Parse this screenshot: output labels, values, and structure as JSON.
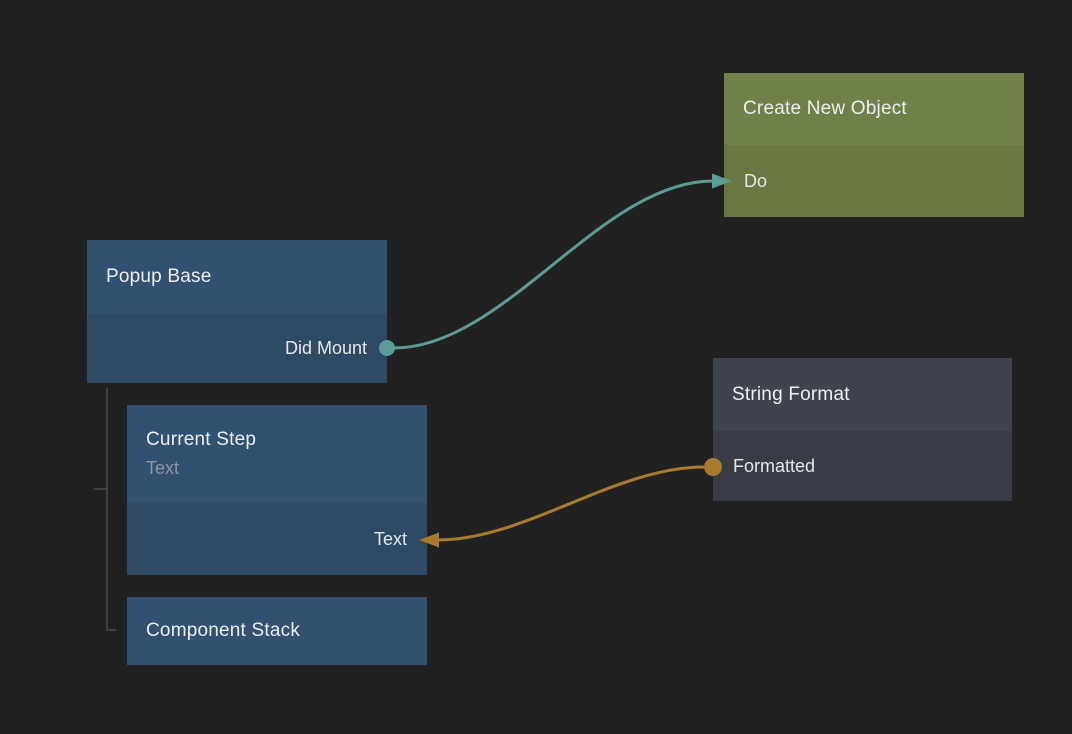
{
  "canvas": {
    "background": "#212122",
    "hierarchy_line_color": "#4a4a4a"
  },
  "nodes": {
    "create_new_object": {
      "title": "Create New Object",
      "header_color": "#6f8049",
      "body_color": "#697743",
      "ports": [
        {
          "name": "Do",
          "side": "left",
          "kind": "input"
        }
      ]
    },
    "popup_base": {
      "title": "Popup Base",
      "header_color": "#32506f",
      "body_color": "#2e4a65",
      "ports": [
        {
          "name": "Did Mount",
          "side": "right",
          "kind": "output"
        }
      ]
    },
    "string_format": {
      "title": "String Format",
      "header_color": "#3f434e",
      "body_color": "#393c46",
      "ports": [
        {
          "name": "Formatted",
          "side": "left",
          "kind": "output"
        }
      ]
    },
    "current_step": {
      "title": "Current Step",
      "subtitle": "Text",
      "header_color": "#32506f",
      "body_color": "#2e4a65",
      "ports": [
        {
          "name": "Text",
          "side": "right",
          "kind": "input"
        }
      ]
    },
    "component_stack": {
      "title": "Component Stack",
      "header_color": "#32506f",
      "ports": []
    }
  },
  "connections": [
    {
      "from_node": "Popup Base",
      "from_port": "Did Mount",
      "to_node": "Create New Object",
      "to_port": "Do",
      "color": "#5d9b96"
    },
    {
      "from_node": "String Format",
      "from_port": "Formatted",
      "to_node": "Current Step",
      "to_port": "Text",
      "color": "#a87a2d"
    }
  ],
  "hierarchy": {
    "parent": "Popup Base",
    "children": [
      "Current Step",
      "Component Stack"
    ],
    "color": "#4a4a4a"
  }
}
